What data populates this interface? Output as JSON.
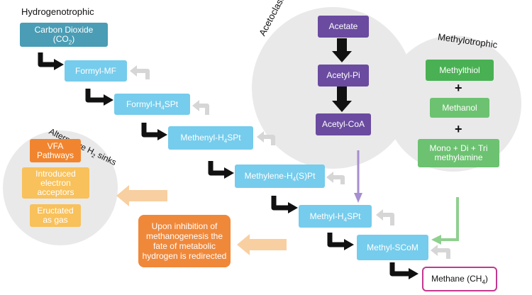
{
  "sections": {
    "hydrogenotrophic": "Hydrogenotrophic",
    "acetoclastic": "Acetoclastic",
    "methylotrophic": "Methylotrophic",
    "alt_sinks": {
      "pre": "Alternative H",
      "sub": "2",
      "post": " sinks"
    }
  },
  "hydrogenotrophic_path": {
    "co2": {
      "pre": "Carbon Dioxide (CO",
      "sub": "2",
      "post": ")"
    },
    "formyl_mf": "Formyl-MF",
    "formyl_h4spt": {
      "pre": "Formyl-H",
      "sub": "4",
      "post": "SPt"
    },
    "methenyl_h4spt": {
      "pre": "Methenyl-H",
      "sub": "4",
      "post": "SPt"
    },
    "methylene_h4spt": {
      "pre": "Methylene-H",
      "sub": "4",
      "post": "(S)Pt"
    },
    "methyl_h4spt": {
      "pre": "Methyl-H",
      "sub": "4",
      "post": "SPt"
    },
    "methyl_scom": "Methyl-SCoM",
    "methane": {
      "pre": "Methane (CH",
      "sub": "4",
      "post": ")"
    }
  },
  "acetoclastic_path": {
    "acetate": "Acetate",
    "acetyl_pi": "Acetyl-Pi",
    "acetyl_coa": "Acetyl-CoA"
  },
  "methylotrophic_path": {
    "methylthiol": "Methylthiol",
    "methanol": "Methanol",
    "methylamine_line1": "Mono + Di + Tri",
    "methylamine_line2": "methylamine",
    "plus": "+"
  },
  "alt_sinks_items": {
    "vfa_line1": "VFA",
    "vfa_line2": "Pathways",
    "introduced_line1": "Introduced",
    "introduced_line2": "electron",
    "introduced_line3": "acceptors",
    "eructated_line1": "Eructated",
    "eructated_line2": "as gas"
  },
  "inhibition_note": {
    "line1": "Upon inhibition of",
    "line2": "methanogenesis the",
    "line3": "fate of metabolic",
    "line4": "hydrogen is redirected"
  },
  "colors": {
    "teal": "#4a9db5",
    "cyan": "#76ccec",
    "purple": "#6a4ba0",
    "green": "#49b153",
    "orange": "#f0883a",
    "amber": "#f8c15b",
    "methane_border": "#c2388f",
    "circle_gray": "#e9e9e9"
  }
}
